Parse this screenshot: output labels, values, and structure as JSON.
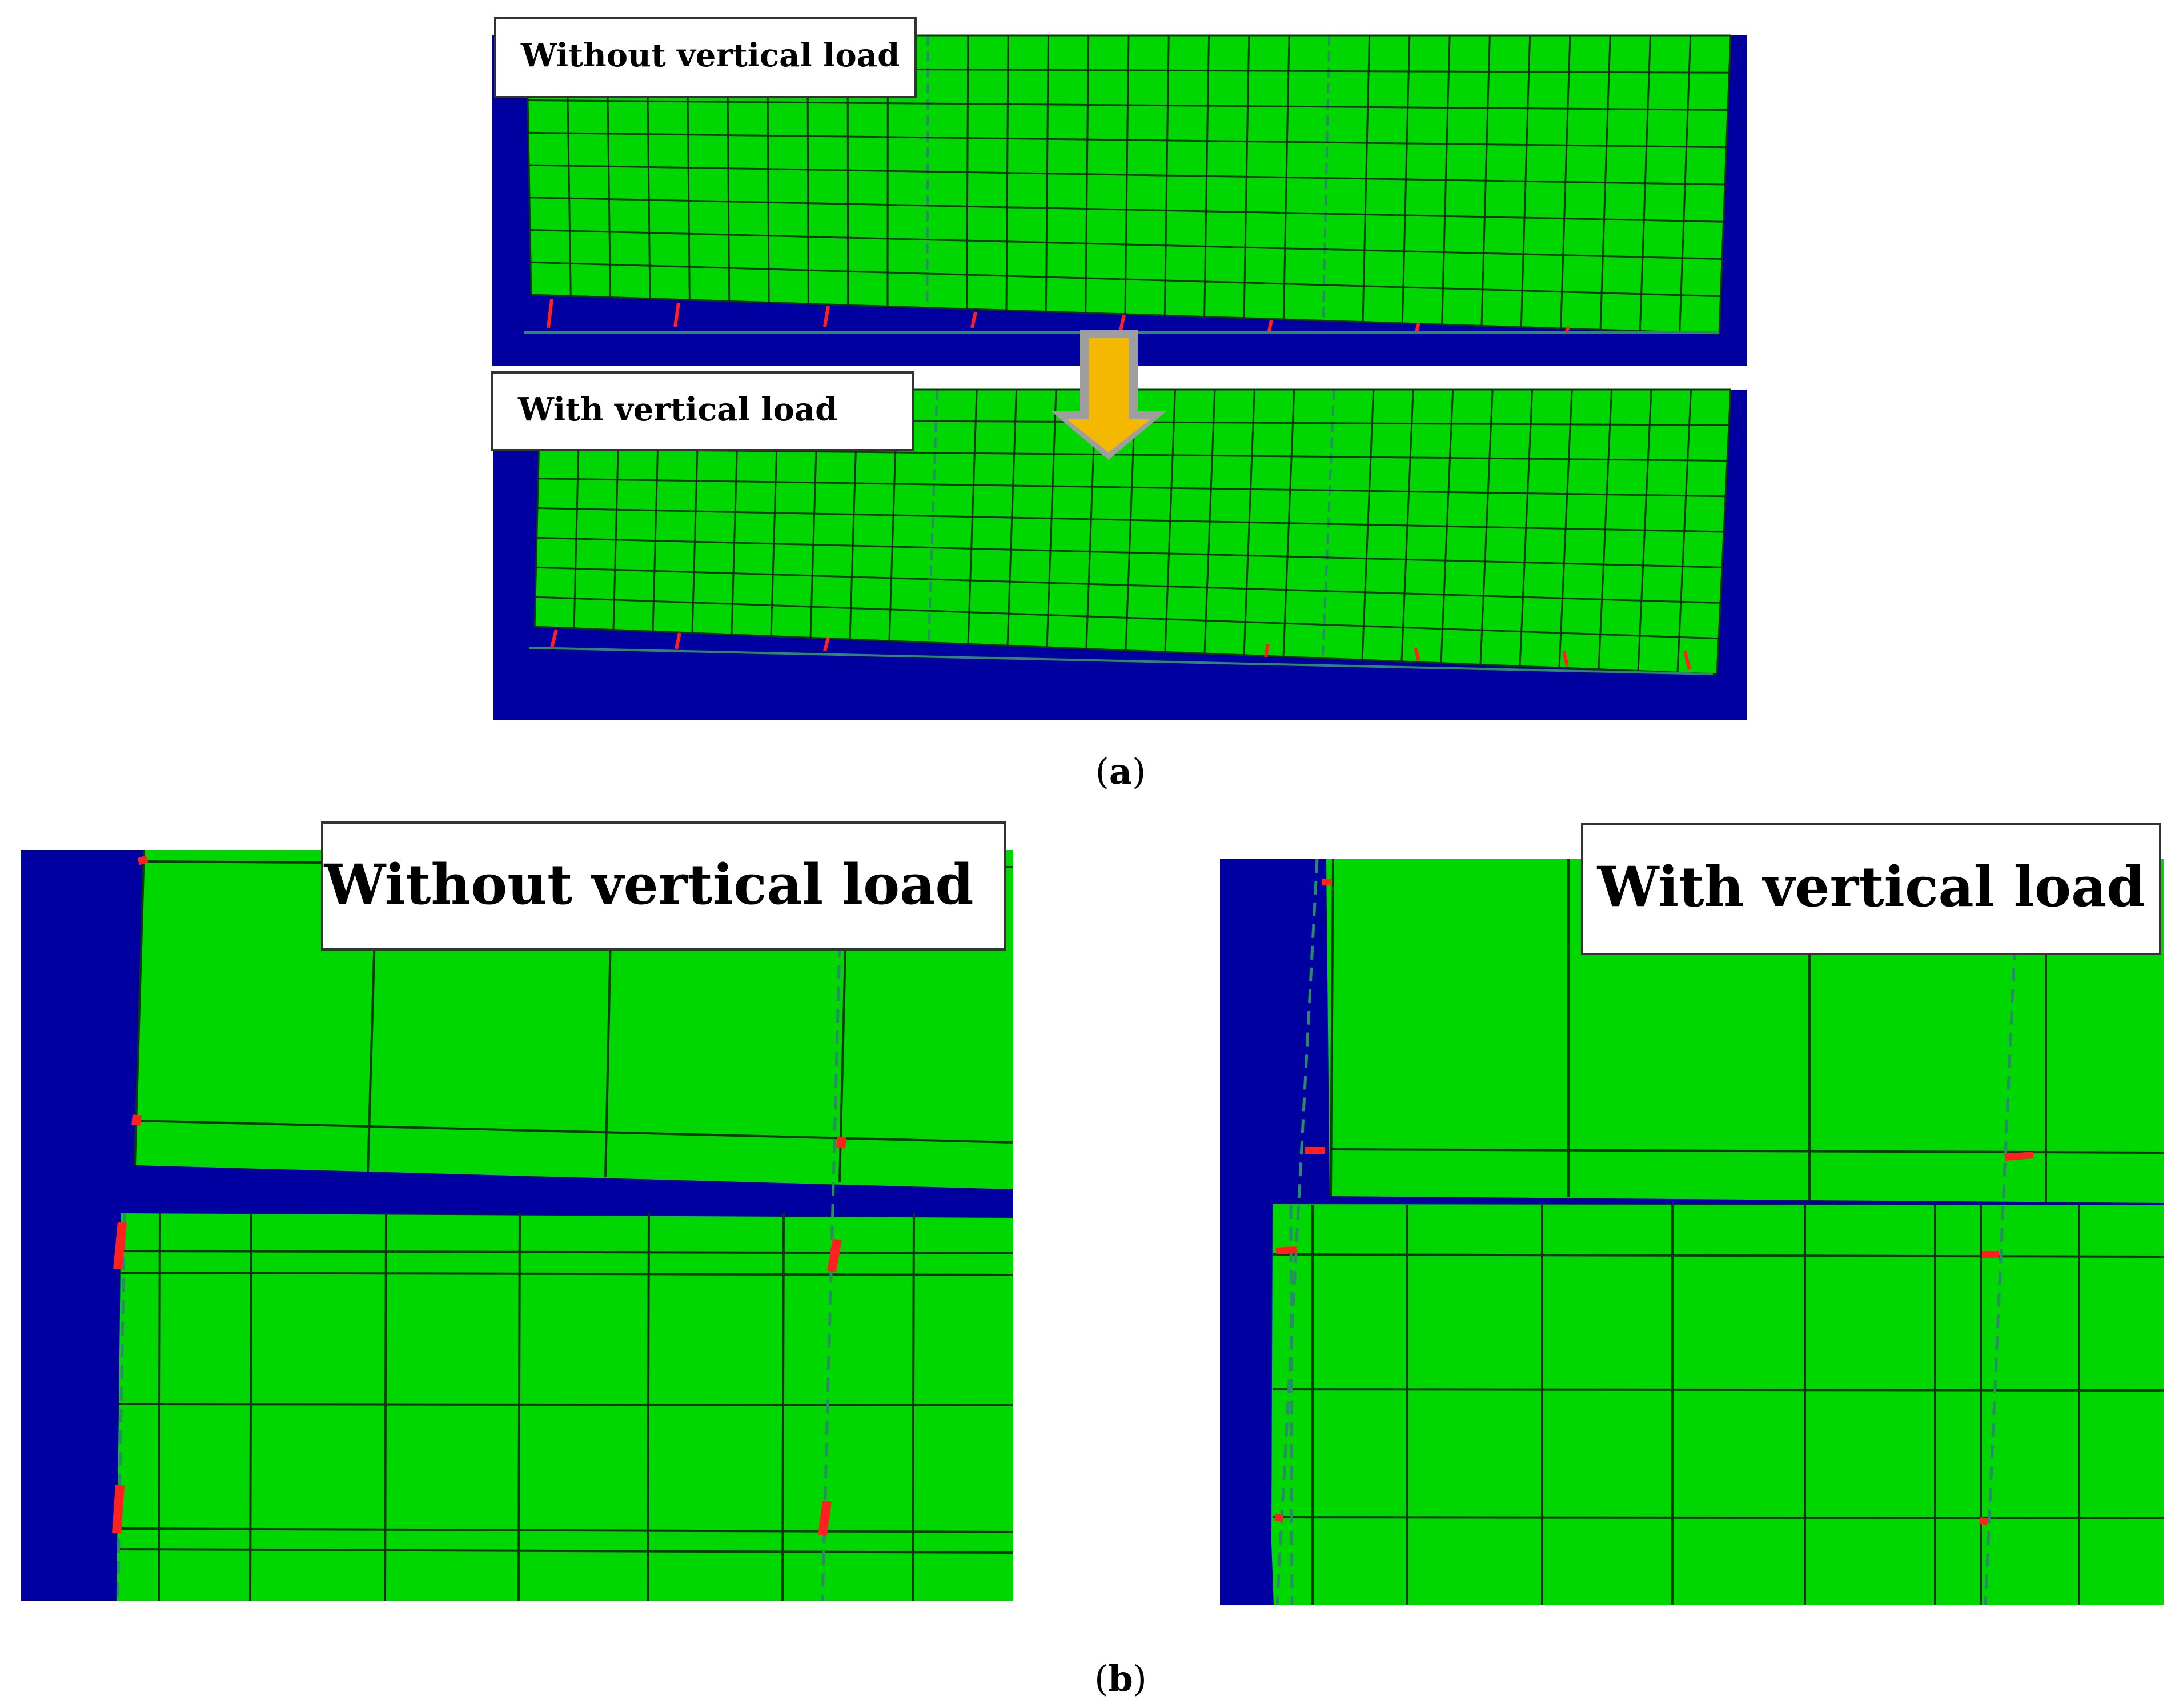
{
  "colors": {
    "background": "#ffffff",
    "base": "#0000a0",
    "mesh": "#00d600",
    "grid_line": "#0a3a0a",
    "joint_dashed": "#2a8a6a",
    "crack": "#ff2020",
    "load_arrow": "#f5b800",
    "load_arrow_border": "#9e9e9e"
  },
  "panel_a": {
    "top_label": "Without vertical load",
    "bottom_label": "With vertical load",
    "arrow_icon": "down-arrow-icon",
    "caption": {
      "open": "(",
      "letter": "a",
      "close": ")"
    }
  },
  "panel_b": {
    "left_label": "Without vertical load",
    "right_label": "With vertical load",
    "caption": {
      "open": "(",
      "letter": "b",
      "close": ")"
    }
  }
}
